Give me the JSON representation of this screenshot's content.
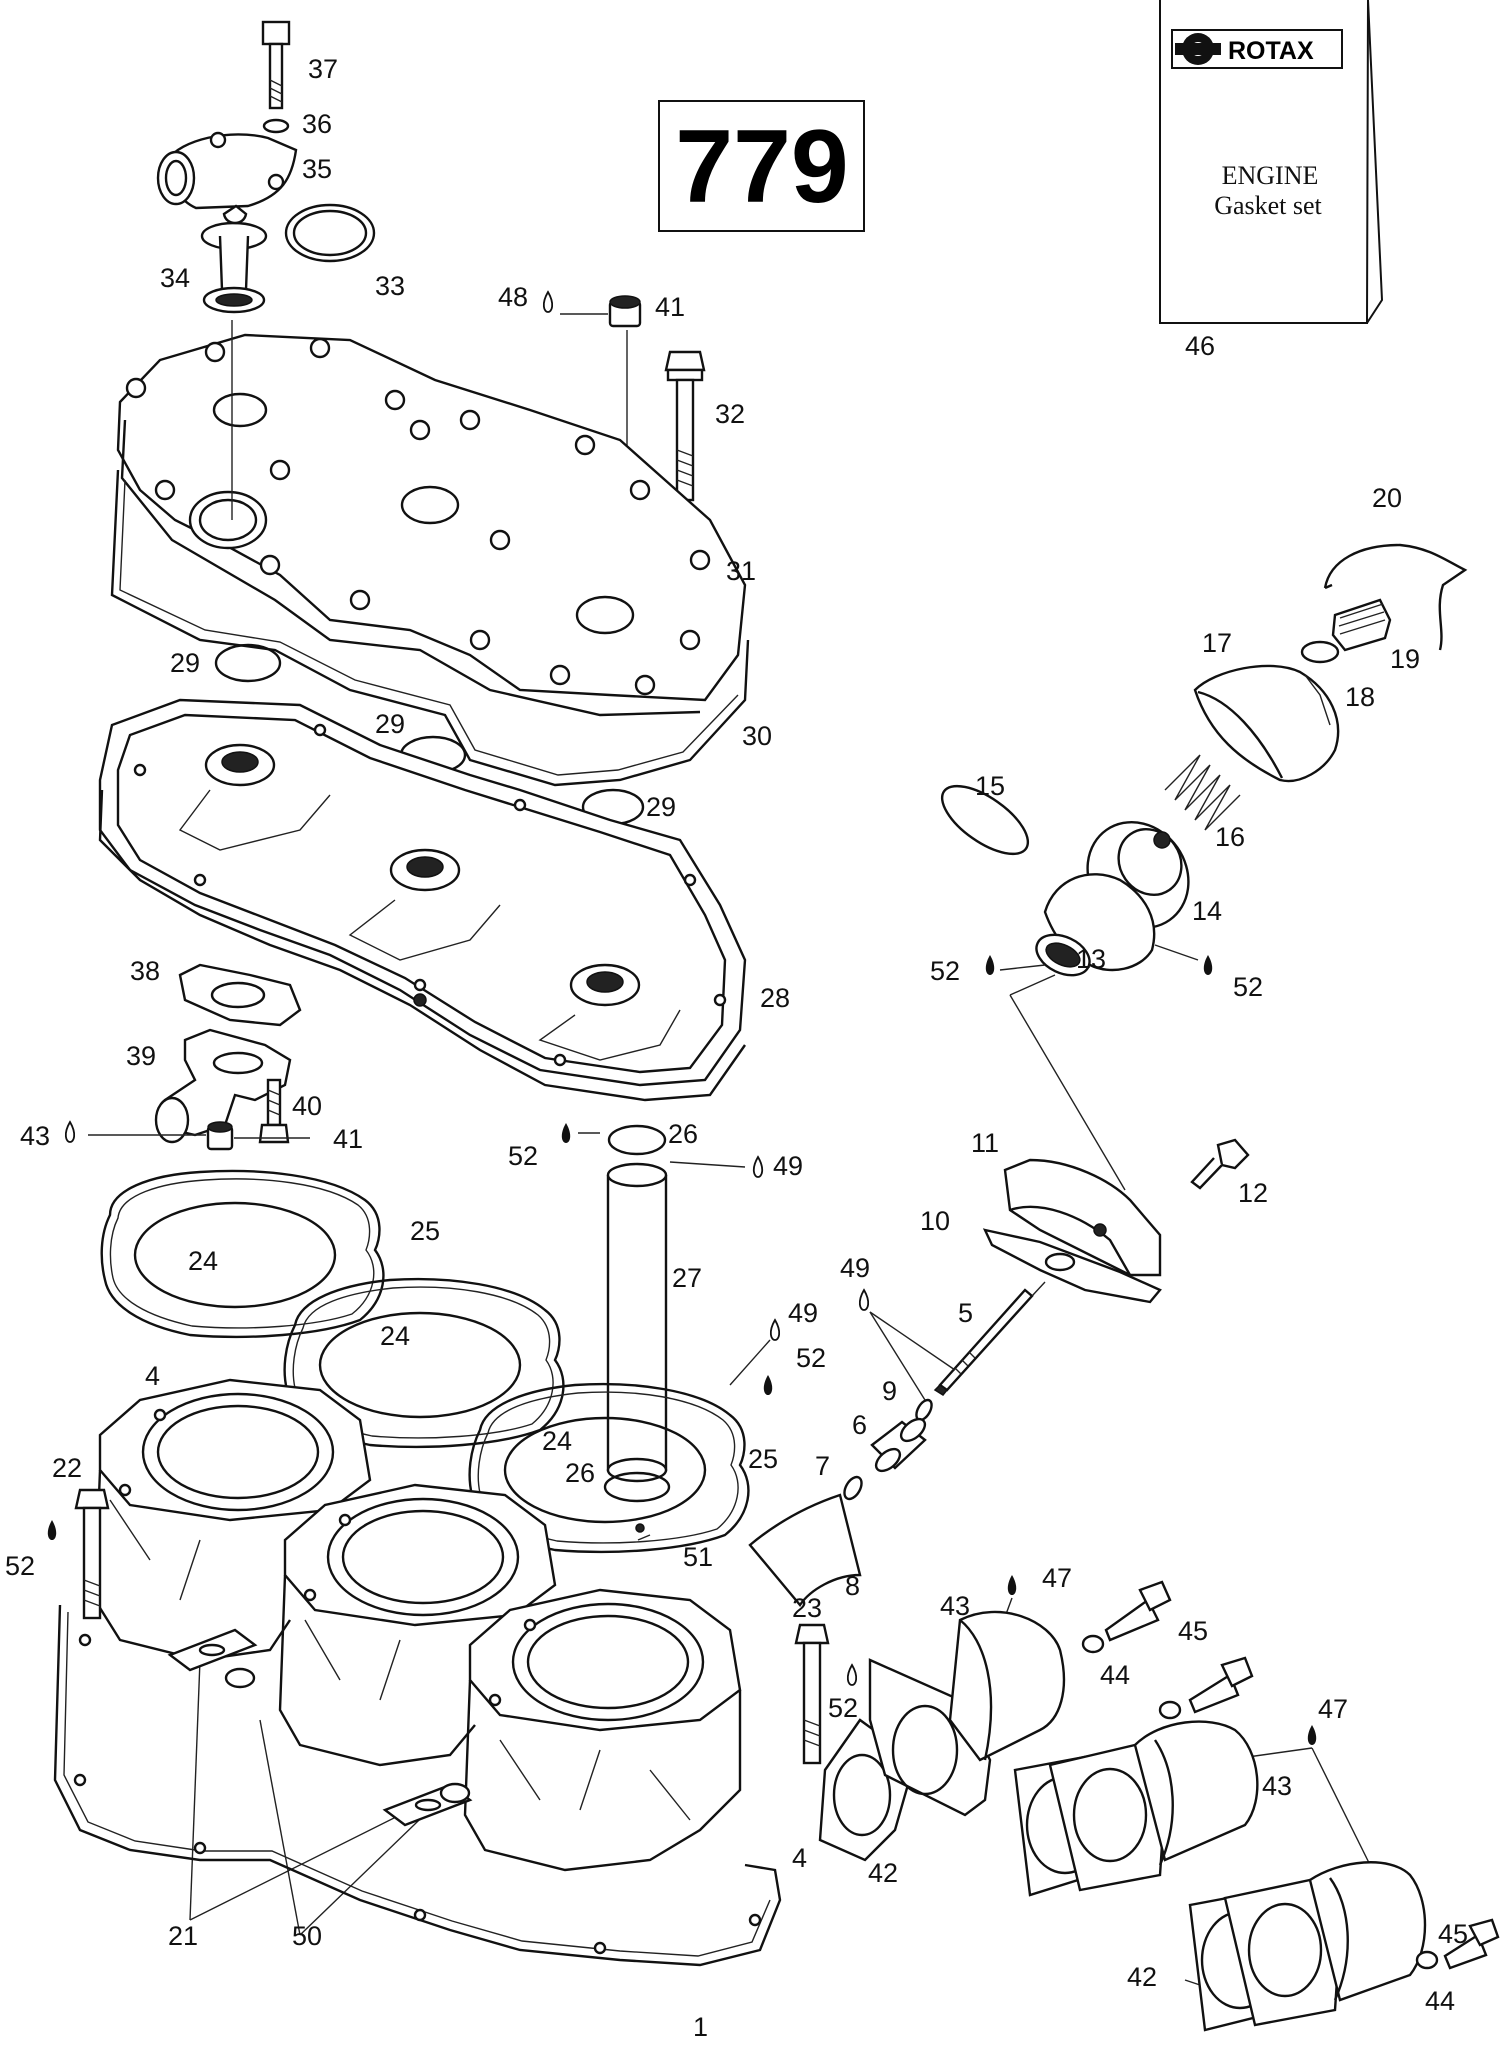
{
  "diagram": {
    "code": "779",
    "kit": {
      "brand": "ROTAX",
      "title_line1": "ENGINE",
      "title_line2": "Gasket set",
      "part_no": "46"
    },
    "labels": [
      {
        "id": "l37",
        "text": "37"
      },
      {
        "id": "l36",
        "text": "36"
      },
      {
        "id": "l35",
        "text": "35"
      },
      {
        "id": "l34",
        "text": "34"
      },
      {
        "id": "l33",
        "text": "33"
      },
      {
        "id": "l48",
        "text": "48"
      },
      {
        "id": "l41a",
        "text": "41"
      },
      {
        "id": "l32",
        "text": "32"
      },
      {
        "id": "l31",
        "text": "31"
      },
      {
        "id": "l29a",
        "text": "29"
      },
      {
        "id": "l29b",
        "text": "29"
      },
      {
        "id": "l29c",
        "text": "29"
      },
      {
        "id": "l30",
        "text": "30"
      },
      {
        "id": "l20",
        "text": "20"
      },
      {
        "id": "l17",
        "text": "17"
      },
      {
        "id": "l19",
        "text": "19"
      },
      {
        "id": "l18",
        "text": "18"
      },
      {
        "id": "l15",
        "text": "15"
      },
      {
        "id": "l16",
        "text": "16"
      },
      {
        "id": "l14",
        "text": "14"
      },
      {
        "id": "l52a",
        "text": "52"
      },
      {
        "id": "l13",
        "text": "13"
      },
      {
        "id": "l52b",
        "text": "52"
      },
      {
        "id": "l38",
        "text": "38"
      },
      {
        "id": "l28",
        "text": "28"
      },
      {
        "id": "l39",
        "text": "39"
      },
      {
        "id": "l40",
        "text": "40"
      },
      {
        "id": "l43a",
        "text": "43"
      },
      {
        "id": "l41b",
        "text": "41"
      },
      {
        "id": "l52c",
        "text": "52"
      },
      {
        "id": "l26a",
        "text": "26"
      },
      {
        "id": "l49a",
        "text": "49"
      },
      {
        "id": "l11",
        "text": "11"
      },
      {
        "id": "l12",
        "text": "12"
      },
      {
        "id": "l10",
        "text": "10"
      },
      {
        "id": "l24a",
        "text": "24"
      },
      {
        "id": "l25a",
        "text": "25"
      },
      {
        "id": "l27",
        "text": "27"
      },
      {
        "id": "l49b",
        "text": "49"
      },
      {
        "id": "l5",
        "text": "5"
      },
      {
        "id": "l24b",
        "text": "24"
      },
      {
        "id": "l49c",
        "text": "49"
      },
      {
        "id": "l52d",
        "text": "52"
      },
      {
        "id": "l4a",
        "text": "4"
      },
      {
        "id": "l9",
        "text": "9"
      },
      {
        "id": "l6",
        "text": "6"
      },
      {
        "id": "l24c",
        "text": "24"
      },
      {
        "id": "l25b",
        "text": "25"
      },
      {
        "id": "l26b",
        "text": "26"
      },
      {
        "id": "l7",
        "text": "7"
      },
      {
        "id": "l22",
        "text": "22"
      },
      {
        "id": "l51",
        "text": "51"
      },
      {
        "id": "l52e",
        "text": "52"
      },
      {
        "id": "l8",
        "text": "8"
      },
      {
        "id": "l23",
        "text": "23"
      },
      {
        "id": "l47a",
        "text": "47"
      },
      {
        "id": "l43b",
        "text": "43"
      },
      {
        "id": "l45a",
        "text": "45"
      },
      {
        "id": "l44a",
        "text": "44"
      },
      {
        "id": "l52f",
        "text": "52"
      },
      {
        "id": "l47b",
        "text": "47"
      },
      {
        "id": "l43c",
        "text": "43"
      },
      {
        "id": "l42a",
        "text": "42"
      },
      {
        "id": "l4b",
        "text": "4"
      },
      {
        "id": "l21",
        "text": "21"
      },
      {
        "id": "l50",
        "text": "50"
      },
      {
        "id": "l42b",
        "text": "42"
      },
      {
        "id": "l45b",
        "text": "45"
      },
      {
        "id": "l44b",
        "text": "44"
      },
      {
        "id": "l1",
        "text": "1"
      }
    ]
  }
}
